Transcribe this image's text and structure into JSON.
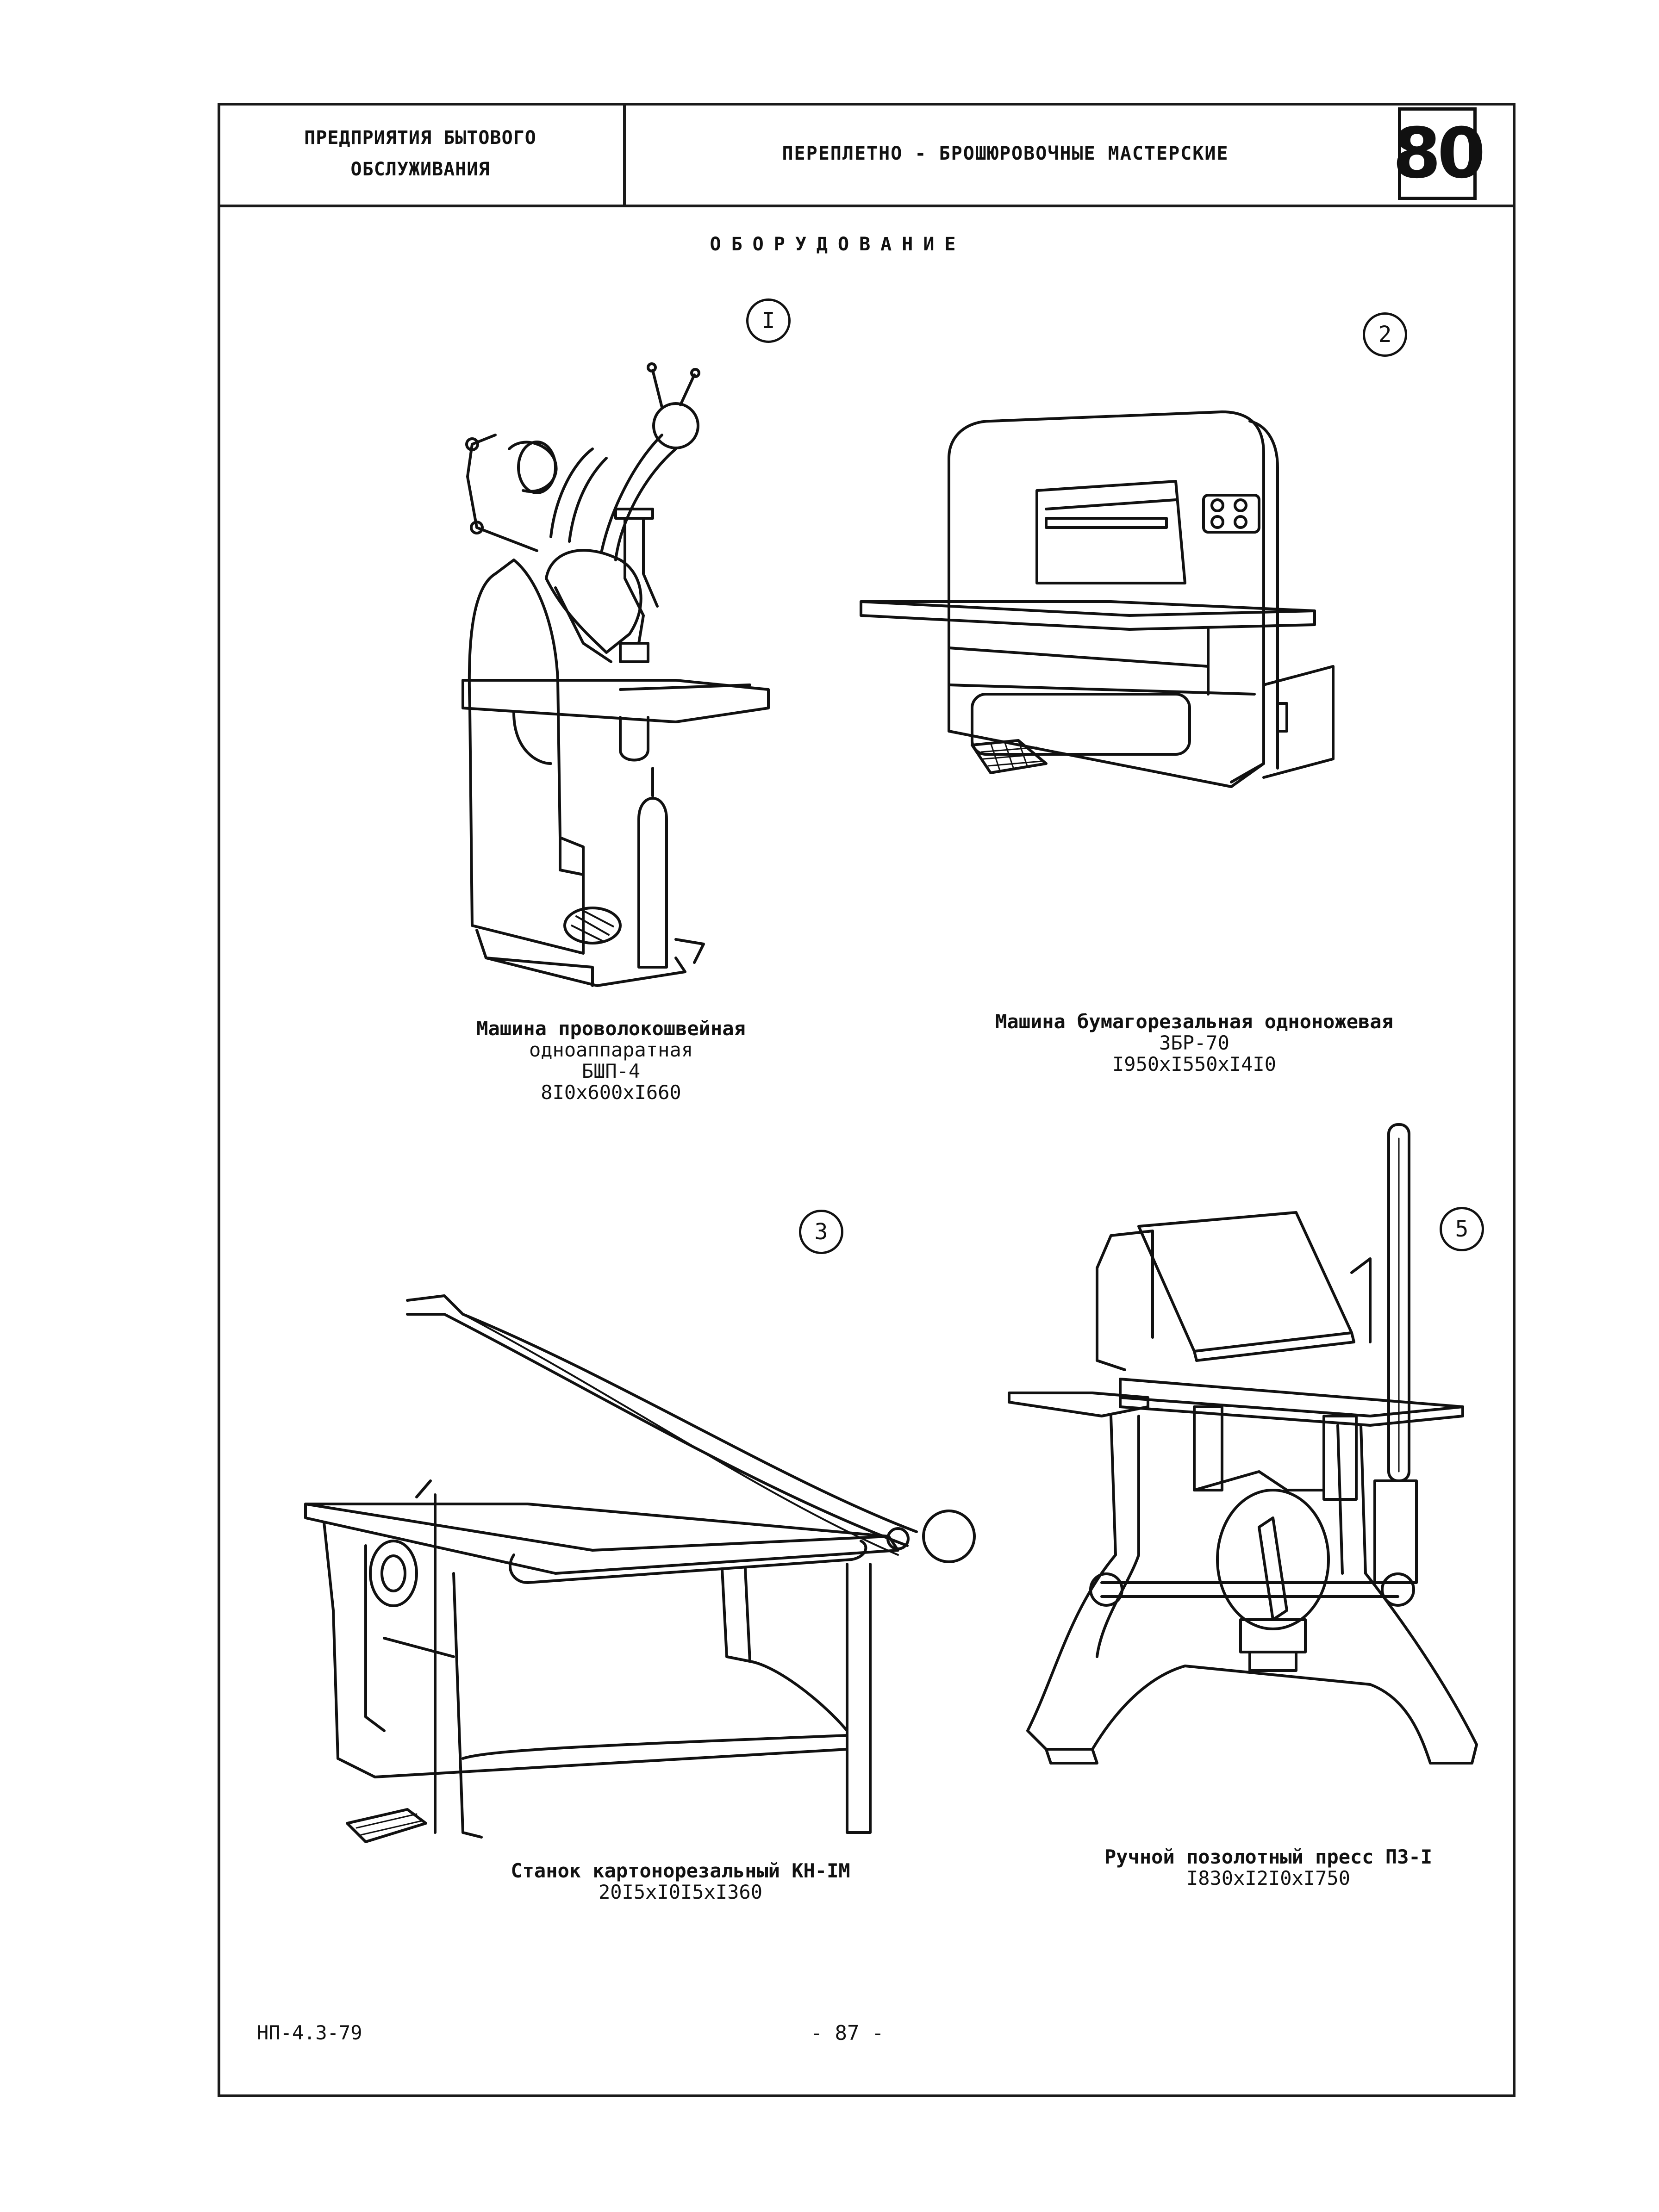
{
  "header": {
    "left_line1": "ПРЕДПРИЯТИЯ БЫТОВОГО",
    "left_line2": "ОБСЛУЖИВАНИЯ",
    "middle": "ПЕРЕПЛЕТНО - БРОШЮРОВОЧНЫЕ МАСТЕРСКИЕ",
    "sheet_number": "80"
  },
  "section_title": "ОБОРУДОВАНИЕ",
  "items": [
    {
      "number": "I",
      "caption_lines": [
        "Машина проволокошвейная",
        "одноаппаратная",
        "БШП-4",
        "8I0x600xI660"
      ]
    },
    {
      "number": "2",
      "caption_lines": [
        "Машина бумагорезальная одноножевая",
        "3БР-70",
        "I950xI550xI4I0"
      ]
    },
    {
      "number": "3",
      "caption_lines": [
        "Станок картонорезальный КН-IМ",
        "20I5xI0I5xI360"
      ]
    },
    {
      "number": "5",
      "caption_lines": [
        "Ручной позолотный пресс ПЗ-I",
        "I830xI2I0xI750"
      ]
    }
  ],
  "footer": {
    "code": "НП-4.3-79",
    "page": "- 87 -"
  }
}
